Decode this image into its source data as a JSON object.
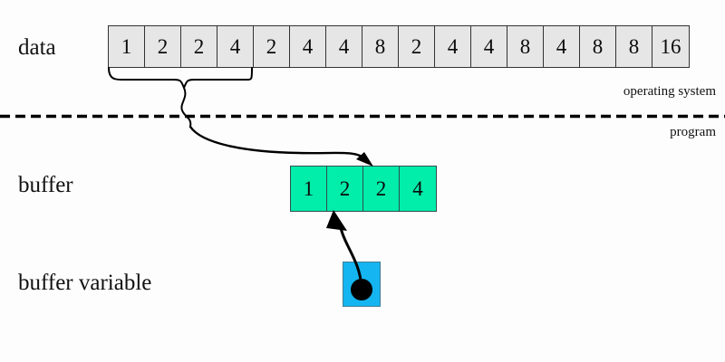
{
  "figure": {
    "background_color": "#fdfdfd",
    "rows": [
      {
        "name": "data",
        "label": "data"
      },
      {
        "name": "buffer",
        "label": "buffer"
      },
      {
        "name": "buffer-variable",
        "label": "buffer variable"
      }
    ]
  },
  "boundary": {
    "above_label": "operating system",
    "below_label": "program",
    "line_style": "dashed",
    "line_color": "#000000"
  },
  "data_array": {
    "label": "data",
    "cell_fill": "#e6e6e6",
    "border_color": "#333333",
    "cell_count": 16,
    "values": [
      "1",
      "2",
      "2",
      "4",
      "2",
      "4",
      "4",
      "8",
      "2",
      "4",
      "4",
      "8",
      "4",
      "8",
      "8",
      "16"
    ]
  },
  "buffer": {
    "label": "buffer",
    "cell_fill": "#00edaa",
    "border_color": "#2f4f4f",
    "cell_count": 4,
    "values": [
      "1",
      "2",
      "2",
      "4"
    ]
  },
  "buffer_variable": {
    "label": "buffer variable",
    "box_fill": "#14b5f0",
    "border_color": "#3f7d96",
    "marker": "filled-dot",
    "marker_color": "#000000"
  },
  "annotations": {
    "brace": {
      "name": "brace-over-first-four-cells",
      "spans_cells": 4,
      "color": "#000000"
    },
    "copy_arrow": {
      "name": "arrow-data-to-buffer",
      "from": "data-array-first-four-cells",
      "to": "buffer",
      "color": "#000000"
    },
    "pointer_arrow": {
      "name": "arrow-buffer-variable-to-buffer",
      "from": "buffer-variable",
      "to": "buffer-cell-2",
      "color": "#000000"
    }
  }
}
